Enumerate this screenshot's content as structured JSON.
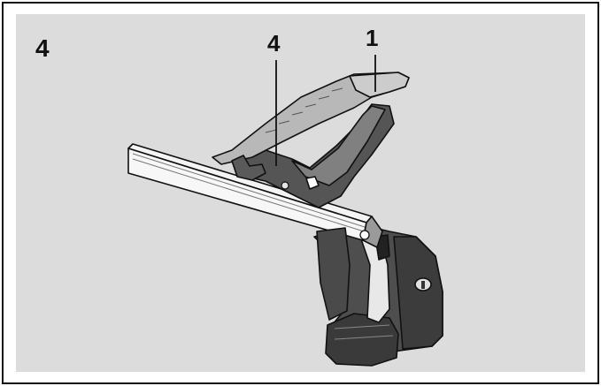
{
  "figure": {
    "step_number": "4",
    "callouts": [
      {
        "label": "4"
      },
      {
        "label": "1"
      }
    ],
    "colors": {
      "panel_background": "#dcdcdc",
      "frame_border": "#111111",
      "part_dark": "#4a4a4a",
      "part_mid": "#6b6b6b",
      "rail_light": "#f2f2f2",
      "pedal_light": "#bdbdbd"
    }
  }
}
